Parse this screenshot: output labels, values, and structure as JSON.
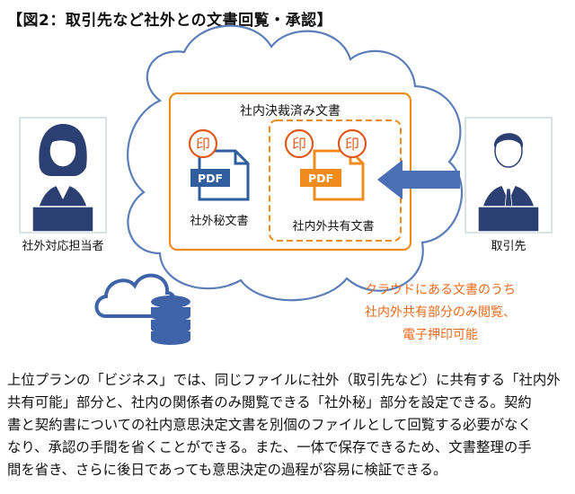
{
  "title": "【図2：取引先など社外との文書回覧・承認】",
  "container_label": "社内決裁済み文書",
  "doc_internal": {
    "file_type": "PDF",
    "stamp": "印",
    "label": "社外秘文書"
  },
  "doc_shared": {
    "file_type": "PDF",
    "stamp_left": "印",
    "stamp_right": "印",
    "label": "社内外共有文書"
  },
  "person_left": {
    "label": "社外対応担当者"
  },
  "person_right": {
    "label": "取引先"
  },
  "cloud_note": [
    "クラウドにある文書のうち",
    "社内外共有部分のみ閲覧、",
    "電子押印可能"
  ],
  "body_lines": [
    "上位プランの「ビジネス」では、同じファイルに社外（取引先など）に共有する「社内外",
    "共有可能」部分と、社内の関係者のみ閲覧できる「社外秘」部分を設定できる。契約",
    "書と契約書についての社内意思決定文書を別個のファイルとして回覧する必要がなく",
    "なり、承認の手間を省くことができる。また、一体で保存できるため、文書整理の手",
    "間を省き、さらに後日であっても意思決定の過程が容易に検証できる。"
  ],
  "colors": {
    "orange": "#f08c1e",
    "orange_text": "#ee6a1b",
    "stamp_red": "#e05a1e",
    "pdf_blue": "#2f5d9e",
    "arrow_blue": "#4a6fb5",
    "cloud_outline": "#5b7db8",
    "cloud_icon": "#3e63a8",
    "person_navy": "#2b3f72"
  }
}
